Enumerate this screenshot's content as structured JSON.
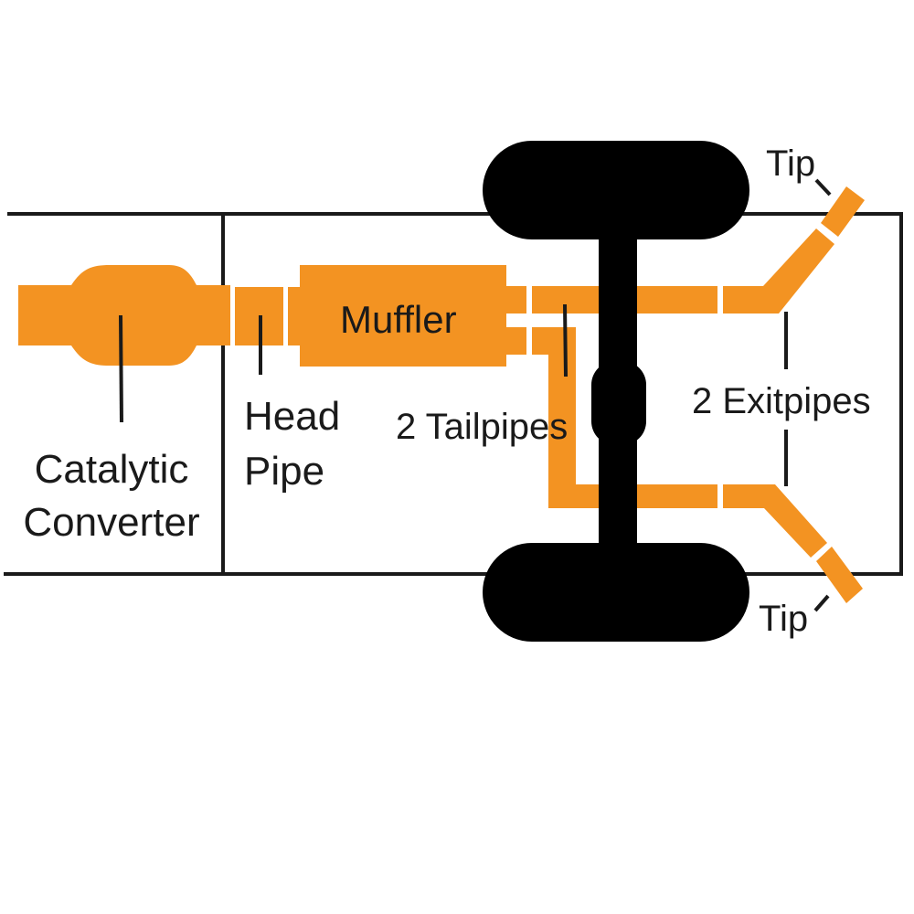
{
  "diagram": {
    "title": "Exhaust system layout",
    "colors": {
      "pipe": "#F39322",
      "outline": "#1a1a1a",
      "wheel": "#000000",
      "background": "#ffffff"
    },
    "labels": {
      "catalytic_converter_line1": "Catalytic",
      "catalytic_converter_line2": "Converter",
      "head_pipe_line1": "Head",
      "head_pipe_line2": "Pipe",
      "muffler": "Muffler",
      "tailpipes": "2 Tailpipes",
      "exitpipes": "2 Exitpipes",
      "tip_top": "Tip",
      "tip_bottom": "Tip"
    },
    "components": [
      "Catalytic Converter",
      "Head Pipe",
      "Muffler",
      "2 Tailpipes",
      "2 Exitpipes",
      "Tip",
      "Tip"
    ]
  }
}
